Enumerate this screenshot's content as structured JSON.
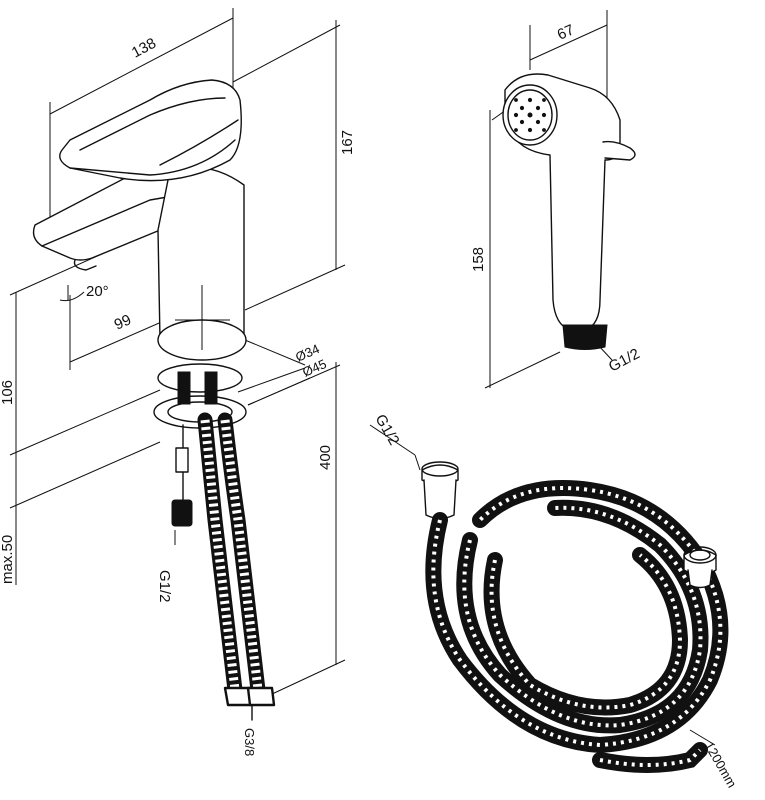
{
  "dimensions": {
    "mixer_width": "138",
    "mixer_height": "167",
    "spout_reach": "99",
    "rotation_angle": "20°",
    "below_deck": "106",
    "deck_thickness": "max.50",
    "hose_length": "400",
    "dia_body": "Ø34",
    "dia_base": "Ø45",
    "inlet_thread": "G1/2",
    "hose_end_thread": "G3/8",
    "shower_width": "67",
    "shower_height": "158",
    "shower_thread": "G1/2",
    "coil_thread": "G1/2",
    "coil_length": "1200mm"
  }
}
